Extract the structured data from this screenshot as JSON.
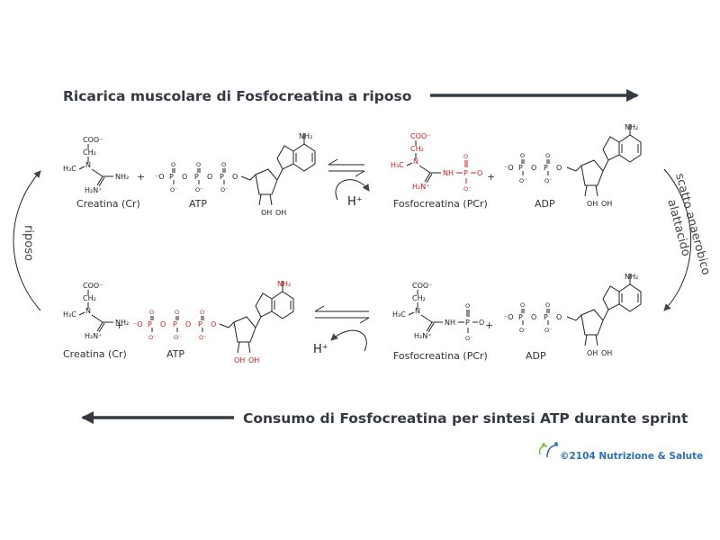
{
  "headings": {
    "top": "Ricarica muscolare di Fosfocreatina a riposo",
    "bottom": "Consumo di Fosfocreatina per sintesi ATP durante sprint"
  },
  "side_labels": {
    "right_line1": "scatto anaerobico",
    "right_line2": "alattacido",
    "left": "riposo"
  },
  "operators": {
    "plus": "+",
    "hplus": "H⁺"
  },
  "compounds": {
    "creatine": "Creatina (Cr)",
    "atp": "ATP",
    "pcr": "Fosfocreatina (PCr)",
    "adp": "ADP"
  },
  "atoms": {
    "coo": "COO⁻",
    "ch2": "CH₂",
    "n": "N",
    "h3c": "H₃C",
    "nh2": "NH₂",
    "h2n_plus": "H₂N⁺",
    "nh": "NH",
    "p": "P",
    "o": "O",
    "o_minus": "O⁻",
    "neg_o": "⁻O",
    "oh": "OH",
    "o_dbl": "O"
  },
  "colors": {
    "highlight": "#e01818",
    "heading": "#333a44",
    "logo": "#2d6fb8"
  },
  "logo": {
    "text": "©2104 Nutrizione & Salute"
  }
}
